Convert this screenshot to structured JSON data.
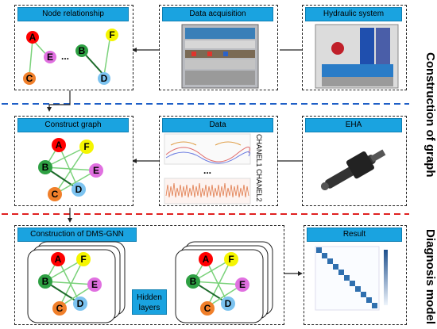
{
  "sections": {
    "top": "Construction of graph",
    "bottom": "Diagnosis model"
  },
  "panels": {
    "node_relationship": "Node relationship",
    "data_acquisition": "Data acquisition",
    "hydraulic_system": "Hydraulic system",
    "construct_graph": "Construct graph",
    "data": "Data",
    "eha": "EHA",
    "dms_gnn": "Construction of DMS-GNN",
    "result": "Result"
  },
  "channels": {
    "ch1": "CHANEL1",
    "ch2": "CHANEL2"
  },
  "hidden_layers": {
    "line1": "Hidden",
    "line2": "layers"
  },
  "ellipsis": "...",
  "nodes": {
    "A": "A",
    "B": "B",
    "C": "C",
    "D": "D",
    "E": "E",
    "F": "F"
  },
  "colors": {
    "A": "#ff0000",
    "B": "#2ea043",
    "C": "#f07f2a",
    "D": "#7cc3f0",
    "E": "#e070e0",
    "F": "#f5f500",
    "accent": "#1aa3e0",
    "separator_top": "#1f5fc7",
    "separator_bottom": "#e02020"
  }
}
